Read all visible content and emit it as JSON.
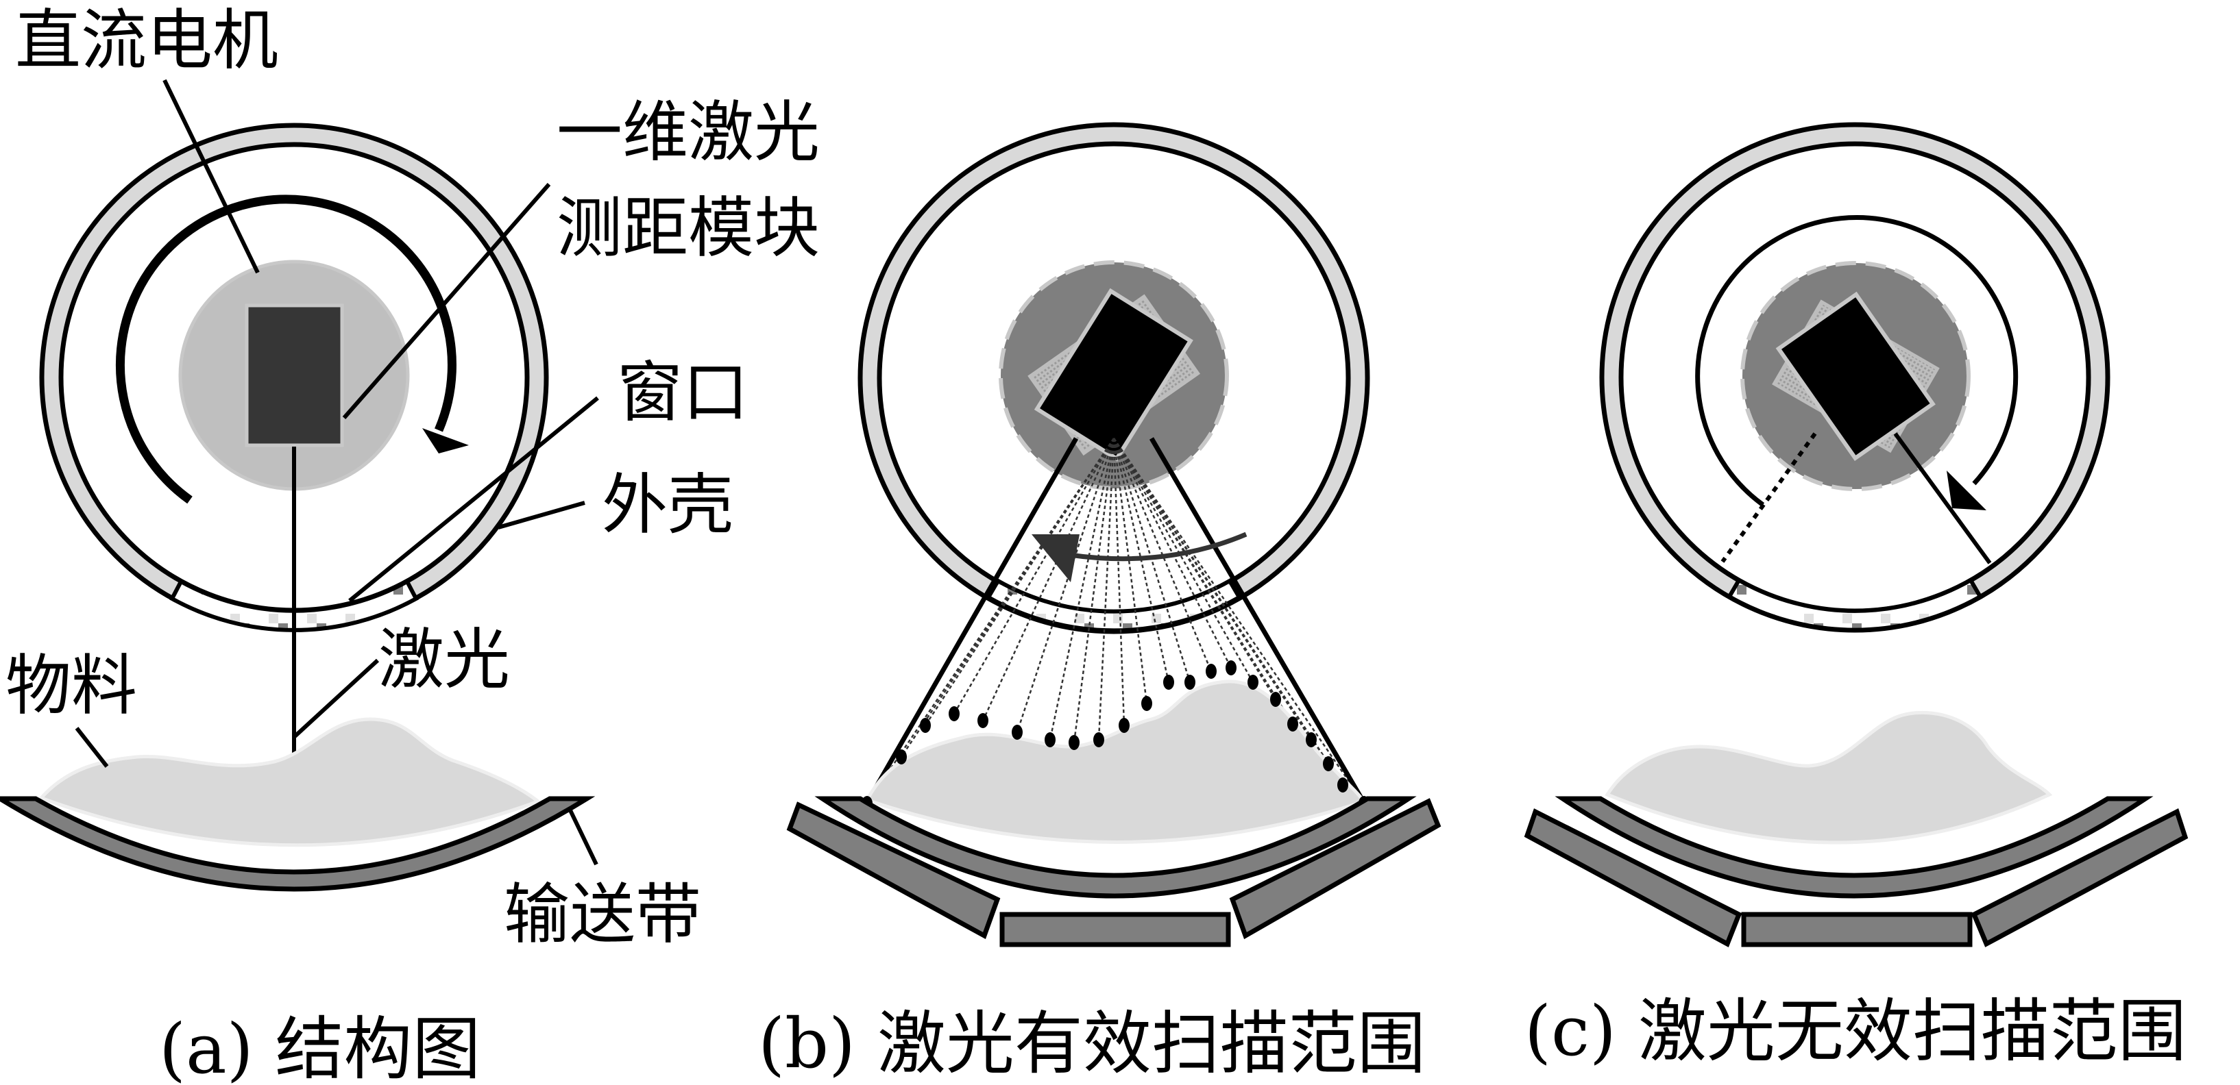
{
  "figure": {
    "panels": [
      {
        "id": "a",
        "caption": "(a) 结构图",
        "labels": {
          "dc_motor": "直流电机",
          "laser_module_line1": "一维激光",
          "laser_module_line2": "测距模块",
          "window": "窗口",
          "housing": "外壳",
          "laser": "激光",
          "material": "物料",
          "conveyor_belt": "输送带"
        }
      },
      {
        "id": "b",
        "caption": "(b) 激光有效扫描范围"
      },
      {
        "id": "c",
        "caption": "(c) 激光无效扫描范围"
      }
    ],
    "colors": {
      "housing_fill": "#d9d9d9",
      "motor_fill_a": "#bfbfbf",
      "motor_fill_bc": "#7f7f7f",
      "sensor_fill_a": "#363636",
      "sensor_fill_bc": "#000000",
      "belt_fill": "#7f7f7f",
      "material_fill": "#d9d9d9"
    }
  }
}
